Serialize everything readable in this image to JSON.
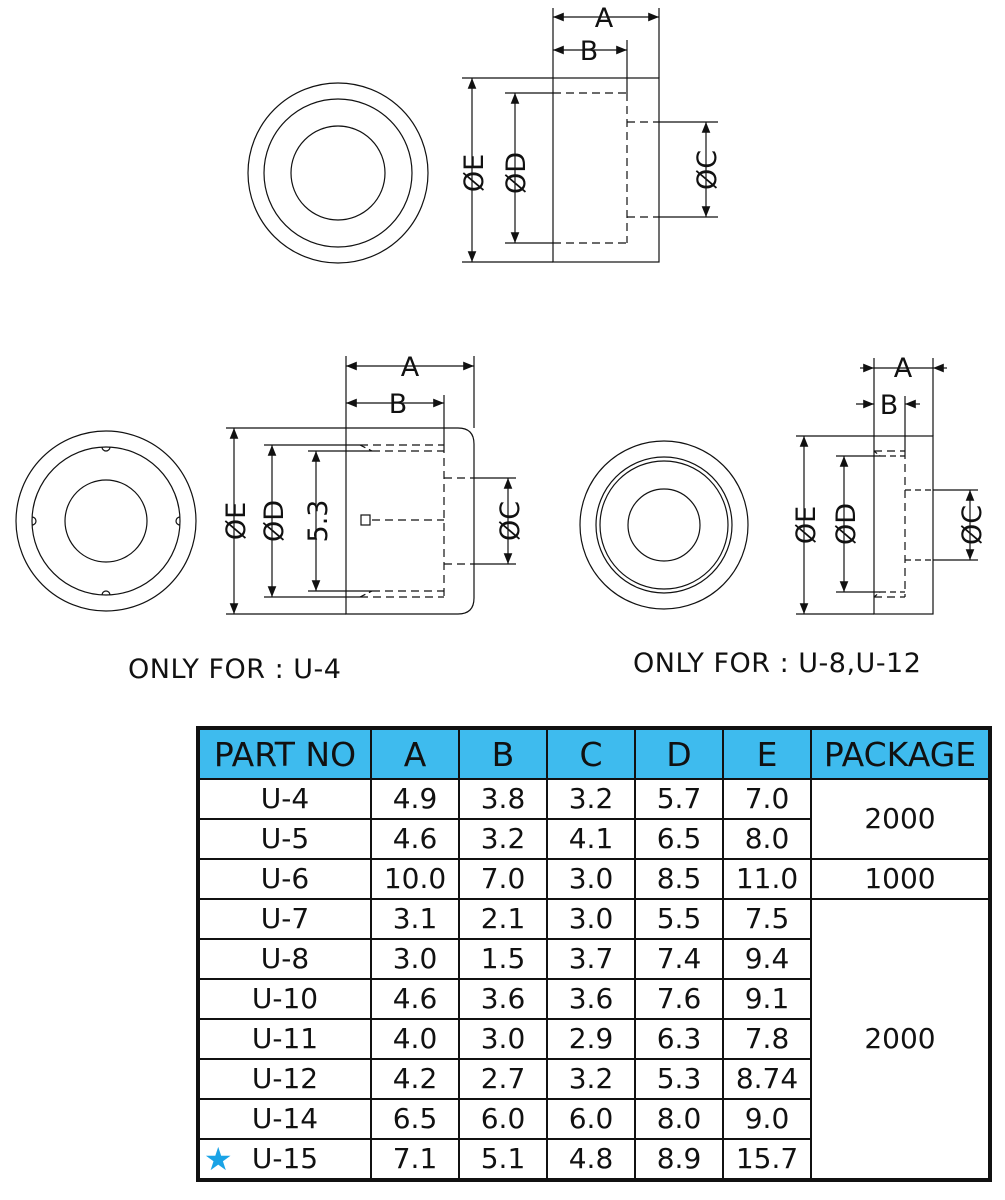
{
  "labels": {
    "A": "A",
    "B": "B",
    "C": "ØC",
    "D": "ØD",
    "E": "ØE",
    "inner_dim": "5.3"
  },
  "captions": {
    "u4": "ONLY FOR : U-4",
    "u8_u12": "ONLY FOR : U-8,U-12"
  },
  "table": {
    "headers": [
      "PART NO",
      "A",
      "B",
      "C",
      "D",
      "E",
      "PACKAGE"
    ],
    "rows": [
      {
        "part": "U-4",
        "a": "4.9",
        "b": "3.8",
        "c": "3.2",
        "d": "5.7",
        "e": "7.0",
        "starred": false
      },
      {
        "part": "U-5",
        "a": "4.6",
        "b": "3.2",
        "c": "4.1",
        "d": "6.5",
        "e": "8.0",
        "starred": false
      },
      {
        "part": "U-6",
        "a": "10.0",
        "b": "7.0",
        "c": "3.0",
        "d": "8.5",
        "e": "11.0",
        "starred": false
      },
      {
        "part": "U-7",
        "a": "3.1",
        "b": "2.1",
        "c": "3.0",
        "d": "5.5",
        "e": "7.5",
        "starred": false
      },
      {
        "part": "U-8",
        "a": "3.0",
        "b": "1.5",
        "c": "3.7",
        "d": "7.4",
        "e": "9.4",
        "starred": false
      },
      {
        "part": "U-10",
        "a": "4.6",
        "b": "3.6",
        "c": "3.6",
        "d": "7.6",
        "e": "9.1",
        "starred": false
      },
      {
        "part": "U-11",
        "a": "4.0",
        "b": "3.0",
        "c": "2.9",
        "d": "6.3",
        "e": "7.8",
        "starred": false
      },
      {
        "part": "U-12",
        "a": "4.2",
        "b": "2.7",
        "c": "3.2",
        "d": "5.3",
        "e": "8.74",
        "starred": false
      },
      {
        "part": "U-14",
        "a": "6.5",
        "b": "6.0",
        "c": "6.0",
        "d": "8.0",
        "e": "9.0",
        "starred": false
      },
      {
        "part": "U-15",
        "a": "7.1",
        "b": "5.1",
        "c": "4.8",
        "d": "8.9",
        "e": "15.7",
        "starred": true
      }
    ],
    "package_groups": [
      "2000",
      "1000",
      "2000"
    ]
  },
  "colors": {
    "header_bg": "#3ebbee",
    "star": "#1aa3e6",
    "line": "#111111"
  }
}
